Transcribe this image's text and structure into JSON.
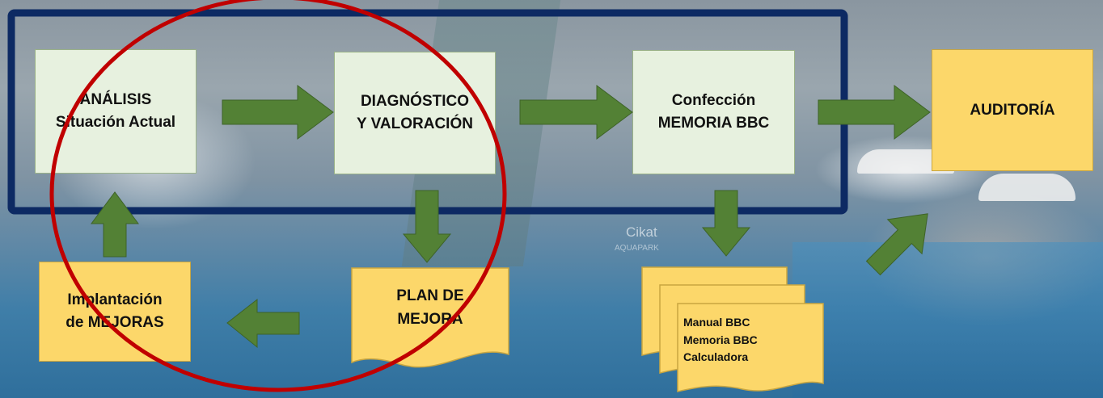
{
  "flow": {
    "analisis": {
      "line1": "ANÁLISIS",
      "line2": "Situación Actual"
    },
    "diagnostico": {
      "line1": "DIAGNÓSTICO",
      "line2": "Y VALORACIÓN"
    },
    "confeccion": {
      "line1": "Confección",
      "line2": "MEMORIA BBC"
    },
    "auditoria": {
      "label": "AUDITORÍA"
    },
    "plan": {
      "line1": "PLAN DE",
      "line2": "MEJORA"
    },
    "implantacion": {
      "line1": "Implantación",
      "line2": "de MEJORAS"
    },
    "documents": {
      "line1": "Manual BBC",
      "line2": "Memoria BBC",
      "line3": "Calculadora"
    }
  },
  "background_watermark": {
    "brand": "Cikat",
    "sub": "AQUAPARK"
  },
  "colors": {
    "frame": "#0d2a63",
    "arrow": "#538135",
    "circle": "#c00000",
    "green_box": "#e7f1df",
    "yellow_box": "#fcd76a"
  }
}
